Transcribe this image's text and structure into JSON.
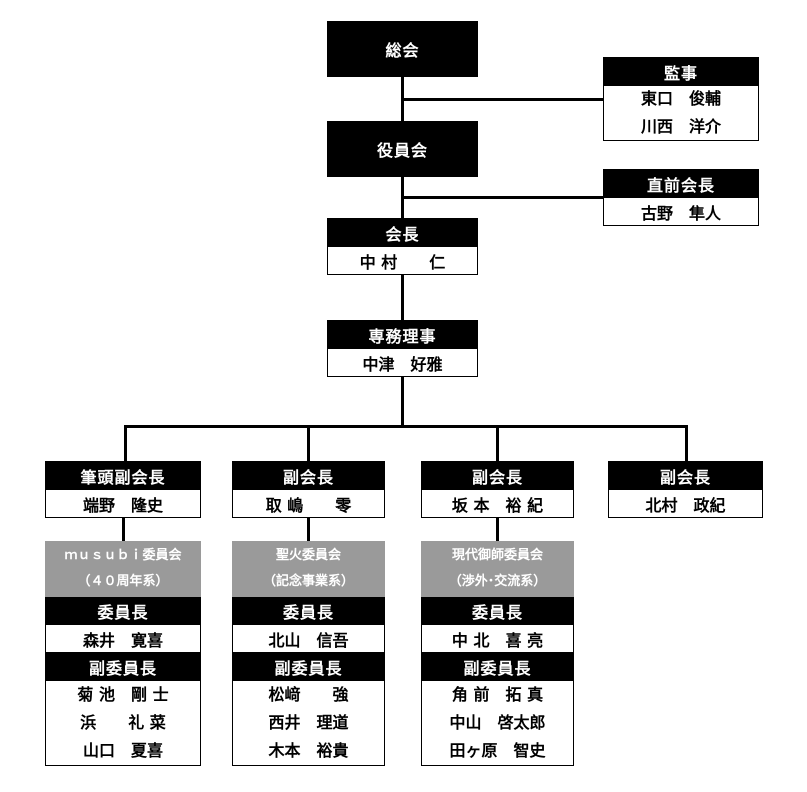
{
  "general_assembly": {
    "title": "総会"
  },
  "auditors": {
    "title": "監事",
    "members": [
      "東口　俊輔",
      "川西　洋介"
    ]
  },
  "board": {
    "title": "役員会"
  },
  "past_president": {
    "title": "直前会長",
    "name": "古野　隼人"
  },
  "president": {
    "title": "会長",
    "name": "中 村　　仁"
  },
  "executive_director": {
    "title": "専務理事",
    "name": "中津　好雅"
  },
  "vice_presidents": [
    {
      "title": "筆頭副会長",
      "name": "端野　隆史"
    },
    {
      "title": "副会長",
      "name": "取 嶋　　零"
    },
    {
      "title": "副会長",
      "name": "坂 本　裕 紀"
    },
    {
      "title": "副会長",
      "name": "北村　政紀"
    }
  ],
  "committees": [
    {
      "name": "ｍｕｓｕｂｉ委員会",
      "sub": "（４０周年系）",
      "chair_title": "委員長",
      "chair": "森井　寛喜",
      "vice_title": "副委員長",
      "vices": [
        "菊 池　剛 士",
        "浜　　礼 菜",
        "山口　夏喜"
      ]
    },
    {
      "name": "聖火委員会",
      "sub": "（記念事業系）",
      "chair_title": "委員長",
      "chair": "北山　信吾",
      "vice_title": "副委員長",
      "vices": [
        "松﨑　　強",
        "西井　理道",
        "木本　裕貴"
      ]
    },
    {
      "name": "現代御師委員会",
      "sub": "（渉外･交流系）",
      "chair_title": "委員長",
      "chair": "中 北　喜 亮",
      "vice_title": "副委員長",
      "vices": [
        "角 前　拓 真",
        "中山　啓太郎",
        "田ヶ原　智史"
      ]
    }
  ]
}
